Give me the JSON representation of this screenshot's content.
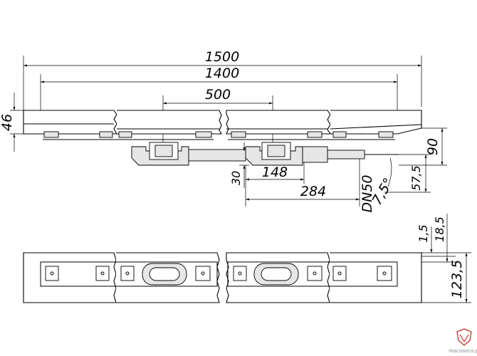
{
  "dimensions": {
    "length_total": "1500",
    "length_inner": "1400",
    "drain_spacing": "500",
    "height_left": "46",
    "height_right": "90",
    "outlet_offset": "148",
    "outlet_length": "284",
    "outlet_drop": "30",
    "pipe_size": "DN50",
    "angle": "7,5°",
    "outlet_height": "57,5",
    "top_step": "1,5",
    "top_depth": "18,5",
    "width": "123,5"
  },
  "watermark": {
    "text": "macoseco.pl",
    "color": "#c0392b"
  }
}
